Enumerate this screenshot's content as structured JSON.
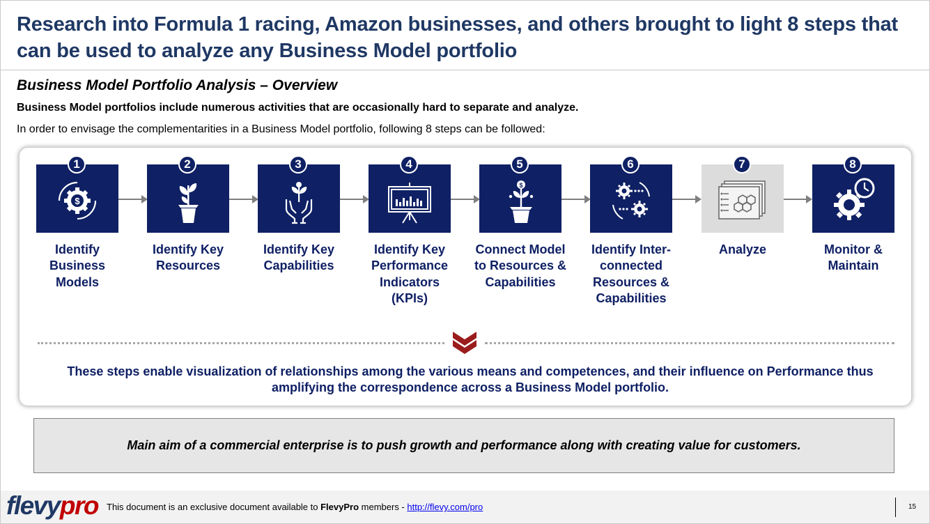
{
  "header": {
    "title": "Research into Formula 1 racing, Amazon businesses, and others brought to light 8 steps that can be used to analyze any Business Model portfolio"
  },
  "section": {
    "subtitle": "Business Model Portfolio Analysis – Overview",
    "lead": "Business Model portfolios include numerous activities that are occasionally hard to separate and analyze.",
    "intro": "In order to envisage the complementarities in a Business Model portfolio, following 8 steps can be followed:"
  },
  "steps": [
    {
      "number": "1",
      "label": "Identify Business Models",
      "icon": "gear-dollar-icon"
    },
    {
      "number": "2",
      "label": "Identify Key Resources",
      "icon": "potted-plant-icon"
    },
    {
      "number": "3",
      "label": "Identify Key Capabilities",
      "icon": "hands-plant-icon"
    },
    {
      "number": "4",
      "label": "Identify Key Performance Indicators (KPIs)",
      "icon": "presentation-chart-icon"
    },
    {
      "number": "5",
      "label": "Connect Model to Resources & Capabilities",
      "icon": "money-plant-icon"
    },
    {
      "number": "6",
      "label": "Identify Inter-connected Resources & Capabilities",
      "icon": "connected-gears-icon"
    },
    {
      "number": "7",
      "label": "Analyze",
      "icon": "hexagon-diagram-icon"
    },
    {
      "number": "8",
      "label": "Monitor & Maintain",
      "icon": "gear-clock-icon"
    }
  ],
  "summary": "These steps enable visualization of relationships among the various means and competences, and their influence on Performance thus amplifying the correspondence across a Business Model portfolio.",
  "aim": "Main aim of a commercial enterprise is to push growth and performance along with creating value for customers.",
  "footer": {
    "logo_part1": "flevy",
    "logo_part2": "pro",
    "text_before": "This document is an exclusive document available to ",
    "brand": "FlevyPro",
    "text_middle": " members - ",
    "link": "http://flevy.com/pro",
    "page": "15"
  },
  "colors": {
    "navy": "#0f2064",
    "title_blue": "#1f3864",
    "brand_red": "#c00000",
    "aim_box": "#e6e6e6"
  }
}
